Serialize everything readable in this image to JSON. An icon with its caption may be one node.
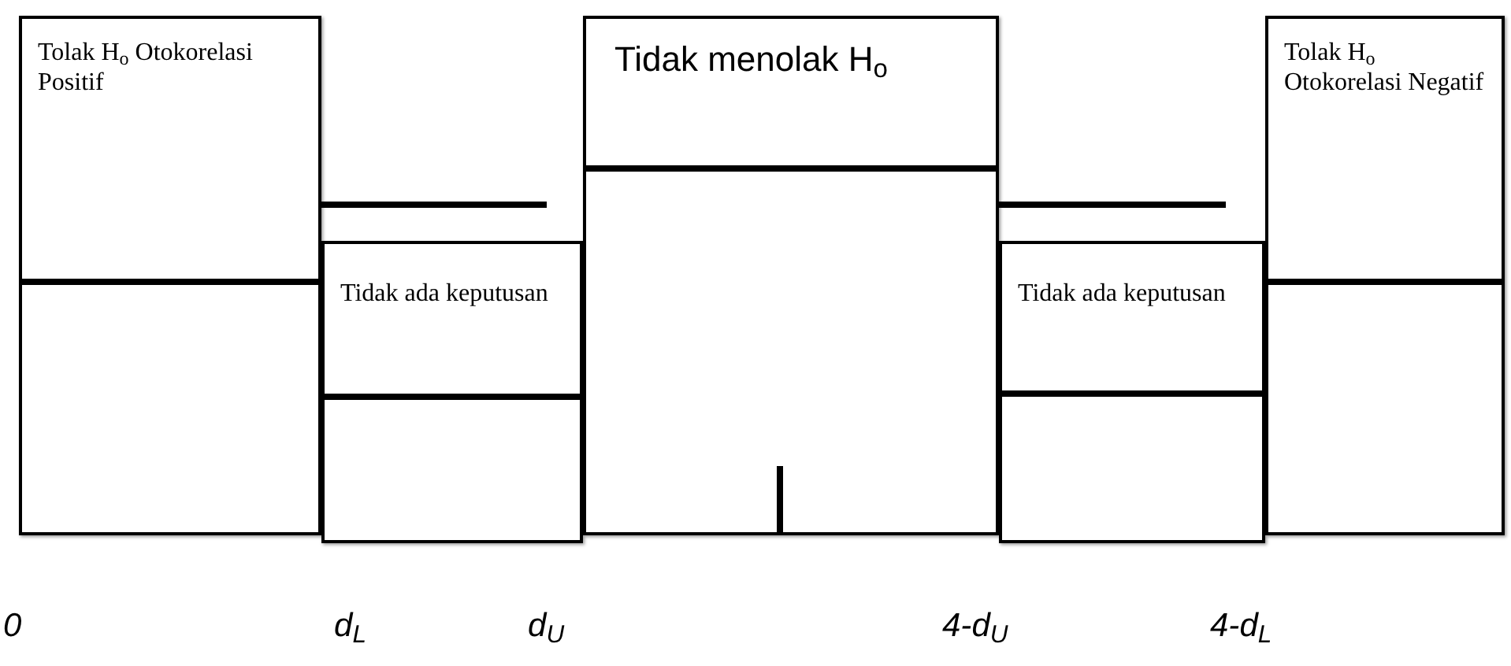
{
  "diagram": {
    "nodes": [
      {
        "text": [
          "Tolak H$_{o}$ Otokorelasi Positif"
        ]
      },
      {
        "text": [
          "Tidak ada keputusan"
        ]
      },
      {
        "text": [
          "Tidak menolak H$_{o}$"
        ]
      },
      {
        "text": [
          "Tidak ada keputusan"
        ]
      },
      {
        "text": [
          "Tolak H$_{o}$ Otokorelasi Negatif"
        ]
      }
    ],
    "labels": [
      "0",
      "*d*$_{L}$",
      "*d*$_{U}$",
      "4-*d*$_{U}$",
      "4-*d*$_{L}$"
    ]
  }
}
